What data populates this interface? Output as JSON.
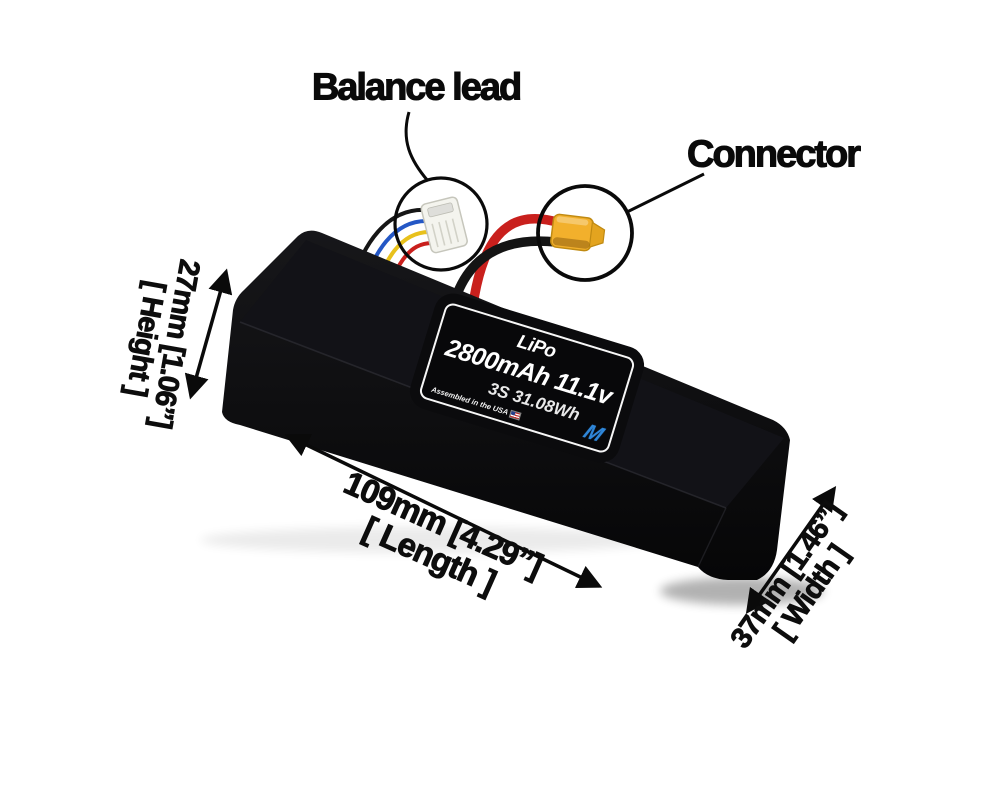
{
  "annotations": {
    "balance_lead_label": "Balance lead",
    "connector_label": "Connector"
  },
  "dimensions": {
    "height": {
      "value": "27mm [1.06”]",
      "label": "[ Height ]"
    },
    "length": {
      "value": "109mm [4.29”]",
      "label": "[ Length ]"
    },
    "width": {
      "value": "37mm [1.46”]",
      "label": "[ Width ]"
    }
  },
  "battery_label": {
    "chemistry": "LiPo",
    "capacity_voltage": "2800mAh 11.1v",
    "cells_energy": "3S 31.08Wh",
    "assembled_text": "Assembled in the USA",
    "brand_logo": "M"
  },
  "colors": {
    "battery_body": "#0b0b0d",
    "xt60_yellow": "#f2b02c",
    "wire_red": "#c9201d",
    "wire_black": "#161616",
    "wire_yellow": "#e8c11c",
    "wire_blue": "#2457c5",
    "logo_blue": "#2f86d8",
    "annotation_black": "#0a0a0a"
  }
}
